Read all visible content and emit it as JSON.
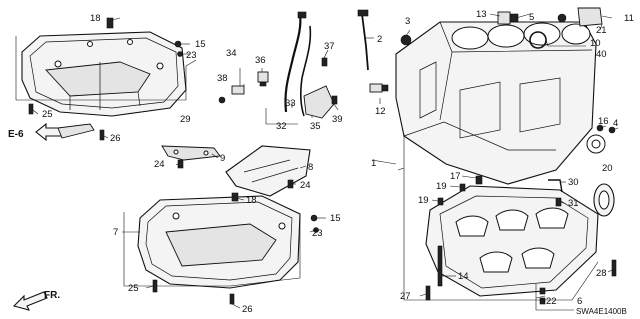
{
  "diagram": {
    "catalog_code": "SWA4E1400B",
    "ref_label": "E-6",
    "direction_label": "FR.",
    "callouts": [
      {
        "id": "c1",
        "text": "1"
      },
      {
        "id": "c2",
        "text": "2"
      },
      {
        "id": "c3",
        "text": "3"
      },
      {
        "id": "c4",
        "text": "4"
      },
      {
        "id": "c5",
        "text": "5"
      },
      {
        "id": "c6",
        "text": "6"
      },
      {
        "id": "c7",
        "text": "7"
      },
      {
        "id": "c8",
        "text": "8"
      },
      {
        "id": "c9",
        "text": "9"
      },
      {
        "id": "c10",
        "text": "10"
      },
      {
        "id": "c11",
        "text": "11"
      },
      {
        "id": "c12",
        "text": "12"
      },
      {
        "id": "c13",
        "text": "13"
      },
      {
        "id": "c14",
        "text": "14"
      },
      {
        "id": "c15a",
        "text": "15"
      },
      {
        "id": "c15b",
        "text": "15"
      },
      {
        "id": "c16",
        "text": "16"
      },
      {
        "id": "c17",
        "text": "17"
      },
      {
        "id": "c18a",
        "text": "18"
      },
      {
        "id": "c18b",
        "text": "18"
      },
      {
        "id": "c19a",
        "text": "19"
      },
      {
        "id": "c19b",
        "text": "19"
      },
      {
        "id": "c20",
        "text": "20"
      },
      {
        "id": "c21",
        "text": "21"
      },
      {
        "id": "c22",
        "text": "22"
      },
      {
        "id": "c23a",
        "text": "23"
      },
      {
        "id": "c23b",
        "text": "23"
      },
      {
        "id": "c24a",
        "text": "24"
      },
      {
        "id": "c24b",
        "text": "24"
      },
      {
        "id": "c25a",
        "text": "25"
      },
      {
        "id": "c25b",
        "text": "25"
      },
      {
        "id": "c26a",
        "text": "26"
      },
      {
        "id": "c26b",
        "text": "26"
      },
      {
        "id": "c27",
        "text": "27"
      },
      {
        "id": "c28",
        "text": "28"
      },
      {
        "id": "c29",
        "text": "29"
      },
      {
        "id": "c30",
        "text": "30"
      },
      {
        "id": "c31",
        "text": "31"
      },
      {
        "id": "c32",
        "text": "32"
      },
      {
        "id": "c33",
        "text": "33"
      },
      {
        "id": "c34",
        "text": "34"
      },
      {
        "id": "c35",
        "text": "35"
      },
      {
        "id": "c36",
        "text": "36"
      },
      {
        "id": "c37",
        "text": "37"
      },
      {
        "id": "c38",
        "text": "38"
      },
      {
        "id": "c39",
        "text": "39"
      },
      {
        "id": "c40",
        "text": "40"
      }
    ]
  }
}
